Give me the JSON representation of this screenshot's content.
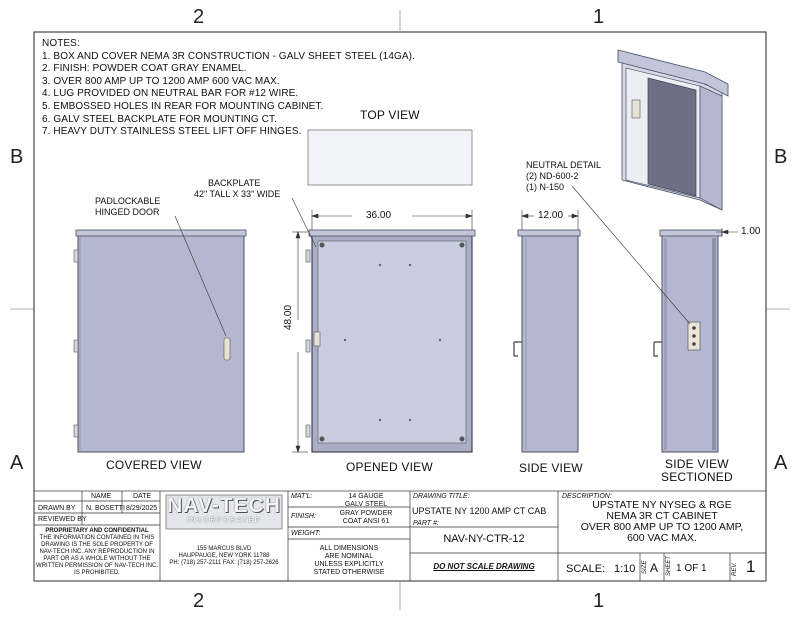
{
  "zones": {
    "top_left": "2",
    "top_right": "1",
    "bottom_left": "2",
    "bottom_right": "1",
    "left_upper": "B",
    "left_lower": "A",
    "right_upper": "B",
    "right_lower": "A"
  },
  "notes": {
    "title": "NOTES:",
    "items": [
      "1. BOX AND COVER NEMA 3R CONSTRUCTION - GALV SHEET STEEL (14GA).",
      "2. FINISH: POWDER COAT GRAY ENAMEL.",
      "3. OVER 800 AMP UP TO 1200 AMP 600 VAC MAX.",
      "4. LUG PROVIDED ON NEUTRAL BAR FOR #12 WIRE.",
      "5. EMBOSSED HOLES IN REAR FOR MOUNTING CABINET.",
      "6. GALV STEEL BACKPLATE FOR MOUNTING CT.",
      "7. HEAVY DUTY STAINLESS STEEL LIFT OFF HINGES."
    ]
  },
  "views": {
    "top": "TOP VIEW",
    "covered": "COVERED VIEW",
    "opened": "OPENED VIEW",
    "side": "SIDE VIEW",
    "sectioned_1": "SIDE VIEW",
    "sectioned_2": "SECTIONED"
  },
  "callouts": {
    "padlock_1": "PADLOCKABLE",
    "padlock_2": "HINGED DOOR",
    "backplate_1": "BACKPLATE",
    "backplate_2": "42\" TALL X 33\" WIDE",
    "neutral_1": "NEUTRAL DETAIL",
    "neutral_2": "(2) ND-600-2",
    "neutral_3": "(1) N-150"
  },
  "dimensions": {
    "width": "36.00",
    "height": "48.00",
    "depth": "12.00",
    "overhang": "1.00"
  },
  "title_block": {
    "h_name": "NAME",
    "h_date": "DATE",
    "drawn_by_label": "DRAWN BY",
    "drawn_by_name": "N. BOSETTI",
    "drawn_by_date": "8/29/2025",
    "reviewed_by_label": "REVIEWED BY",
    "proprietary_title": "PROPRIETARY AND CONFIDENTIAL",
    "proprietary_lines": [
      "THE INFORMATION CONTAINED IN THIS",
      "DRAWING IS THE SOLE PROPERTY OF",
      "NAV-TECH INC. ANY REPRODUCTION IN",
      "PART OR AS A WHOLE WITHOUT THE",
      "WRITTEN PERMISSION OF NAV-TECH INC.",
      "IS PROHIBITED."
    ],
    "brand": "NAV-TECH",
    "brand_sub": "INCORPORATED",
    "address_1": "155 MARCUS BLVD",
    "address_2": "HAUPPAUGE, NEW YORK 11788",
    "address_3": "PH: (718) 257-2111   FAX: (718) 257-2626",
    "matl_label": "MAT'L:",
    "matl_1": "14 GAUGE",
    "matl_2": "GALV STEEL",
    "finish_label": "FINISH:",
    "finish_1": "GRAY POWDER",
    "finish_2": "COAT ANSI 61",
    "weight_label": "WEIGHT:",
    "dims_1": "ALL DIMENSIONS",
    "dims_2": "ARE NOMINAL",
    "dims_3": "UNLESS EXPLICITLY",
    "dims_4": "STATED OTHERWISE",
    "drawing_title_label": "DRAWING TITLE:",
    "drawing_title": "UPSTATE NY 1200 AMP CT CAB",
    "part_label": "PART #:",
    "part_no": "NAV-NY-CTR-12",
    "do_not_scale": "DO NOT SCALE DRAWING",
    "description_label": "DESCRIPTION:",
    "description_lines": [
      "UPSTATE NY NYSEG & RGE",
      "NEMA 3R CT CABINET",
      "OVER 800 AMP UP TO 1200 AMP,",
      "600 VAC MAX."
    ],
    "scale_label": "SCALE:",
    "scale_value": "1:10",
    "size_label": "SIZE",
    "size_value": "A",
    "sheet_label": "SHEET",
    "sheet_value": "1 OF 1",
    "rev_label": "REV.",
    "rev_value": "1"
  },
  "colors": {
    "enclosure_fill": "#b3b8d0",
    "enclosure_edge": "#4a4f66",
    "backplate_fill": "#c9cde0",
    "sheet_line": "#333333"
  }
}
